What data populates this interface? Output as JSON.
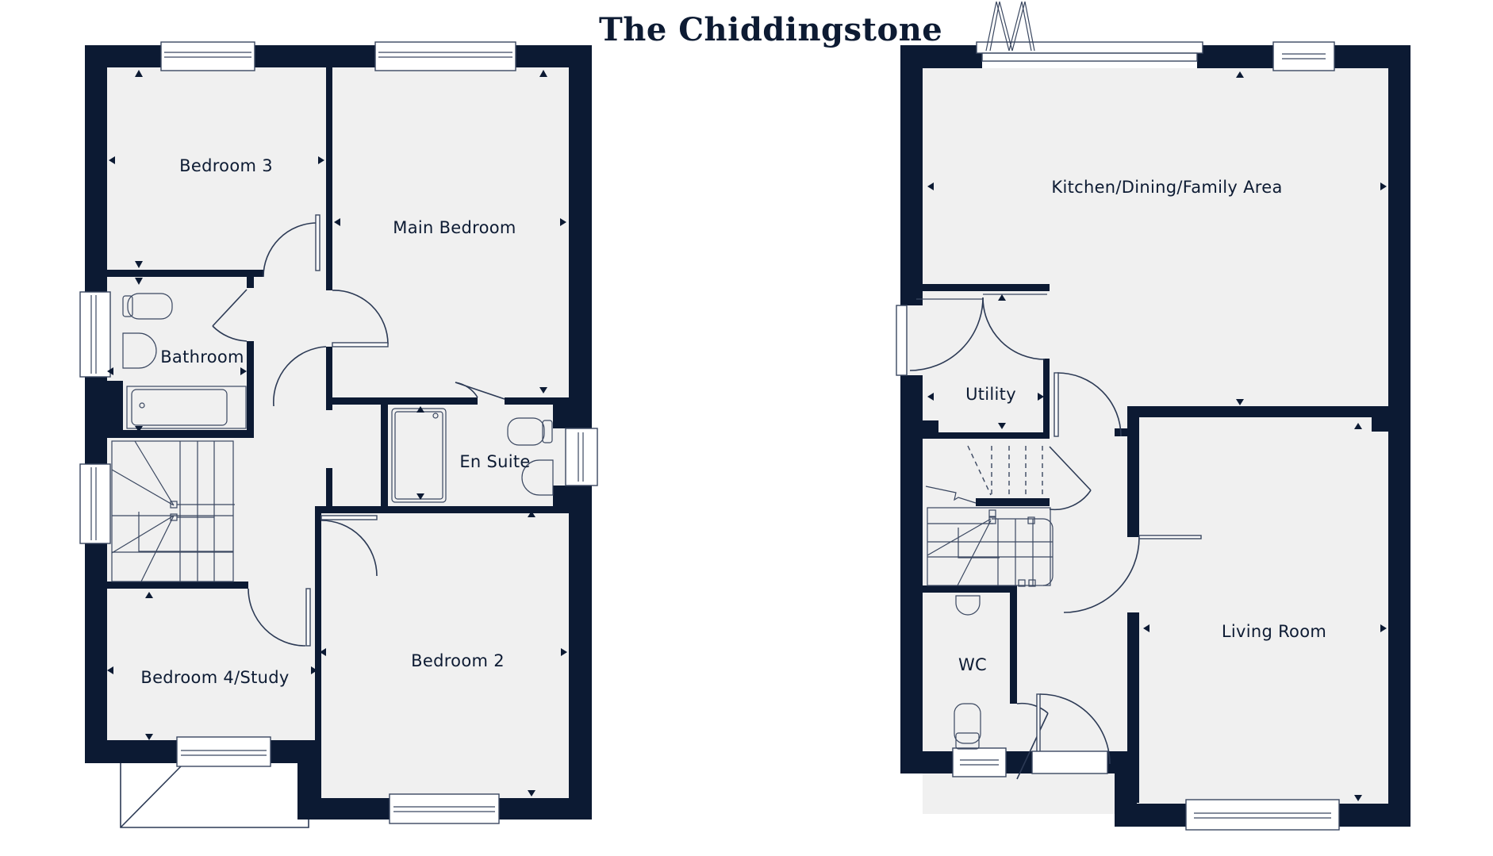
{
  "title": "The Chiddingstone",
  "colors": {
    "wall": "#0c1a33",
    "floor": "#f0f0f0",
    "background": "#ffffff",
    "title": "#0d1b33"
  },
  "first_floor": {
    "rooms": {
      "bedroom3": "Bedroom 3",
      "main_bedroom": "Main Bedroom",
      "bathroom": "Bathroom",
      "en_suite": "En Suite",
      "bedroom4": "Bedroom 4/Study",
      "bedroom2": "Bedroom 2"
    }
  },
  "ground_floor": {
    "rooms": {
      "kitchen": "Kitchen/Dining/Family Area",
      "utility": "Utility",
      "wc": "WC",
      "living": "Living Room"
    }
  }
}
